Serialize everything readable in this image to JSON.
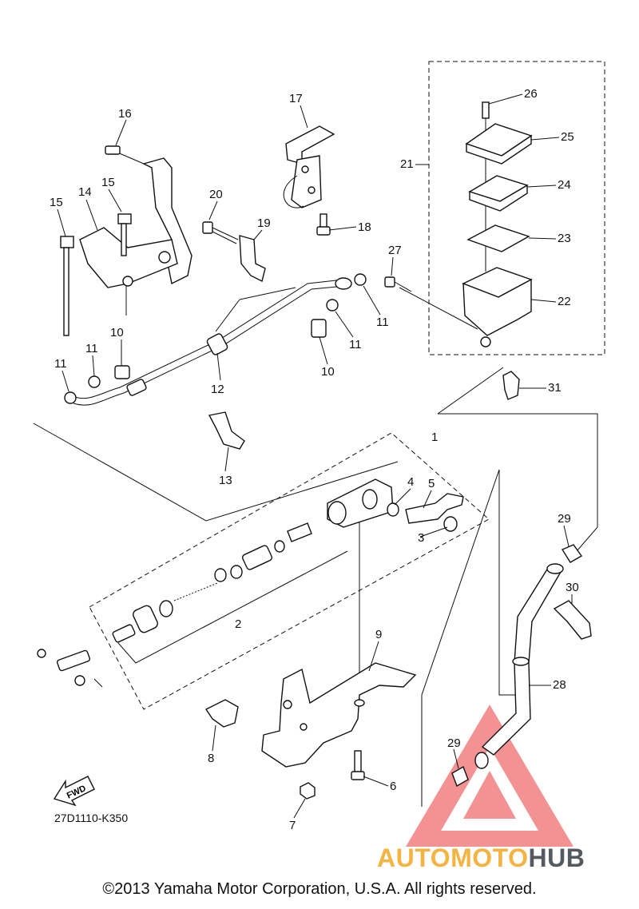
{
  "callouts": [
    "1",
    "2",
    "3",
    "4",
    "5",
    "6",
    "7",
    "8",
    "9",
    "10",
    "10",
    "11",
    "11",
    "11",
    "11",
    "12",
    "13",
    "14",
    "15",
    "15",
    "16",
    "17",
    "18",
    "19",
    "20",
    "21",
    "22",
    "23",
    "24",
    "25",
    "26",
    "27",
    "28",
    "29",
    "29",
    "30",
    "31"
  ],
  "direction_marker": "FWD",
  "reference_code": "27D1110-K350",
  "copyright": "©2013 Yamaha Motor Corporation, U.S.A. All rights reserved.",
  "watermark": {
    "part_a": "AUTOMOTO",
    "part_b": "HUB"
  },
  "colors": {
    "watermark_red": "#e83a3a",
    "watermark_orange": "#f5b342",
    "watermark_gray": "#555a60"
  }
}
